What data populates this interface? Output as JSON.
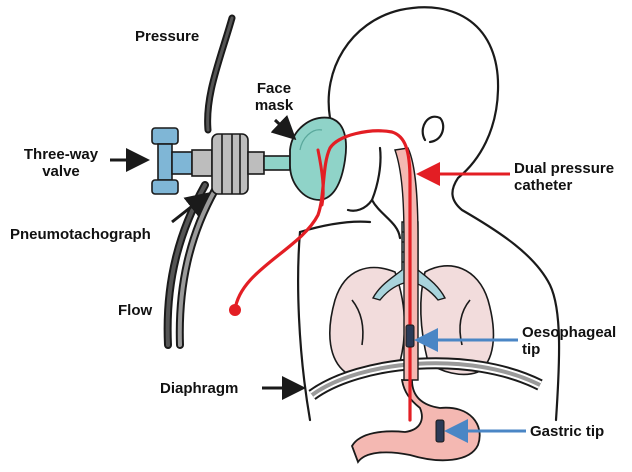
{
  "labels": {
    "pressure": "Pressure",
    "three_way_valve_l1": "Three-way",
    "three_way_valve_l2": "valve",
    "face_mask_l1": "Face",
    "face_mask_l2": "mask",
    "pneumotachograph": "Pneumotachograph",
    "flow": "Flow",
    "dual_catheter_l1": "Dual pressure",
    "dual_catheter_l2": "catheter",
    "diaphragm": "Diaphragm",
    "oesophageal_tip_l1": "Oesophageal",
    "oesophageal_tip_l2": "tip",
    "gastric_tip": "Gastric tip"
  },
  "colors": {
    "outline": "#1a1a1a",
    "catheter": "#e31e24",
    "catheter_label_arrow": "#e31e24",
    "tip_arrow": "#4a86c5",
    "mask": "#8fd3c8",
    "lung": "#f2dcdc",
    "stomach": "#f4b8b2",
    "trachea": "#a9d4dc",
    "tube_dark": "#555555",
    "tube_light": "#9a9a9a",
    "pneumotach": "#bdbdbd",
    "valve": "#7fb6d6"
  }
}
